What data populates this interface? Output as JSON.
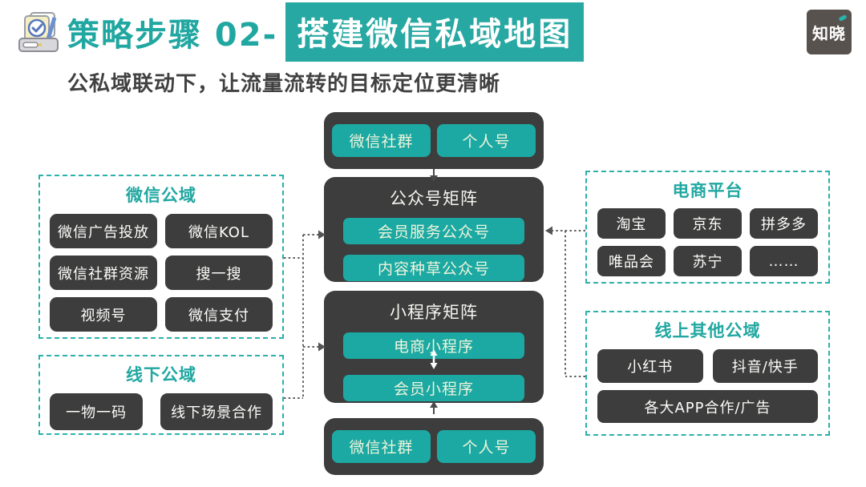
{
  "header": {
    "title_prefix": "策略步骤 02-",
    "title_highlight": "搭建微信私域地图",
    "subtitle": "公私域联动下，让流量流转的目标定位更清晰",
    "logo_text": "知晓"
  },
  "colors": {
    "teal_accent": "#21a7a1",
    "dark_box": "#3d3d3d",
    "cream_button_text": "#eef4dc",
    "logo_background": "#57524e"
  },
  "diagram": {
    "center": {
      "top_box": {
        "items": [
          "微信社群",
          "个人号"
        ]
      },
      "official_matrix": {
        "title": "公众号矩阵",
        "items": [
          "会员服务公众号",
          "内容种草公众号"
        ]
      },
      "miniprogram_matrix": {
        "title": "小程序矩阵",
        "items": [
          "电商小程序",
          "会员小程序"
        ]
      },
      "bottom_box": {
        "items": [
          "微信社群",
          "个人号"
        ]
      }
    },
    "left_panels": [
      {
        "title": "微信公域",
        "items": [
          "微信广告投放",
          "微信KOL",
          "微信社群资源",
          "搜一搜",
          "视频号",
          "微信支付"
        ]
      },
      {
        "title": "线下公域",
        "items": [
          "一物一码",
          "线下场景合作"
        ]
      }
    ],
    "right_panels": [
      {
        "title": "电商平台",
        "items": [
          "淘宝",
          "京东",
          "拼多多",
          "唯品会",
          "苏宁",
          "……"
        ]
      },
      {
        "title": "线上其他公域",
        "items": [
          "小红书",
          "抖音/快手",
          "各大APP合作/广告"
        ]
      }
    ]
  }
}
